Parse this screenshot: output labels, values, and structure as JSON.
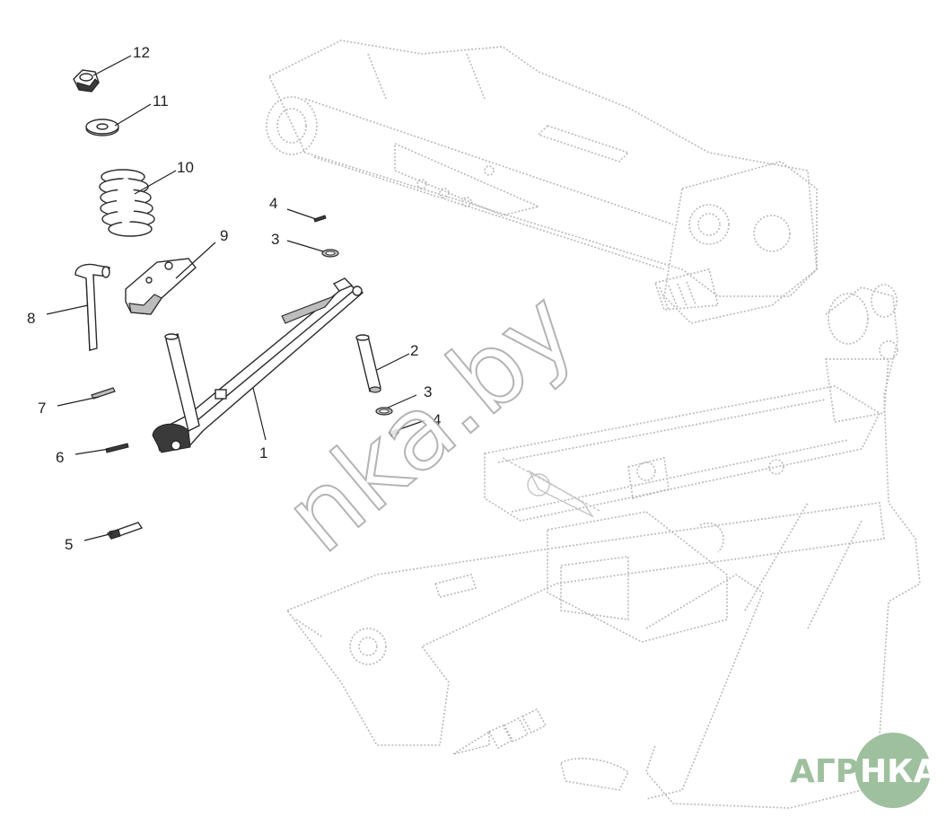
{
  "watermark": "nka.by",
  "logo": {
    "left_text": "АГРО",
    "right_text": "НКА",
    "circle_color": "#9fc09f"
  },
  "callouts": {
    "c1": "1",
    "c2": "2",
    "c3a": "3",
    "c3b": "3",
    "c4a": "4",
    "c4b": "4",
    "c5": "5",
    "c6": "6",
    "c7": "7",
    "c8": "8",
    "c9": "9",
    "c10": "10",
    "c11": "11",
    "c12": "12"
  },
  "colors": {
    "ghost_frame": "#b9b9b9",
    "parts": "#2b2b2b",
    "leader": "#222222"
  }
}
